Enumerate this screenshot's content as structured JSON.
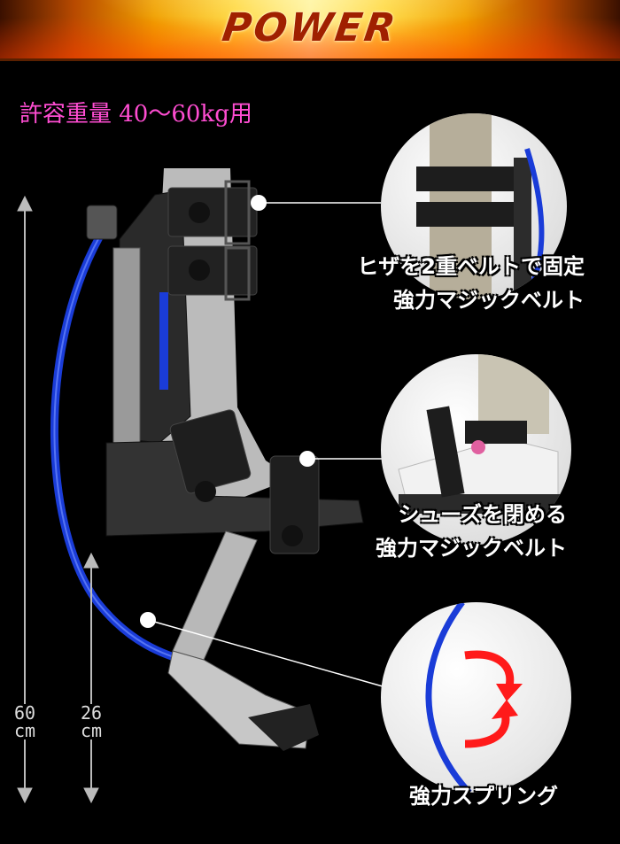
{
  "banner": {
    "logo_text": "POWER"
  },
  "weight_label": "許容重量 40〜60kg用",
  "callouts": [
    {
      "lines": [
        "ヒザを2重ベルトで固定",
        "強力マジックベルト"
      ]
    },
    {
      "lines": [
        "シューズを閉める",
        "強力マジックベルト"
      ]
    },
    {
      "lines": [
        "強力スプリング"
      ]
    }
  ],
  "dimensions": {
    "total": {
      "value": "60",
      "unit": "cm"
    },
    "lower": {
      "value": "26",
      "unit": "cm"
    }
  },
  "colors": {
    "accent_pink": "#ff4dd2",
    "spring_blue": "#1a3cd8",
    "arrow_red": "#ff1a1a"
  }
}
